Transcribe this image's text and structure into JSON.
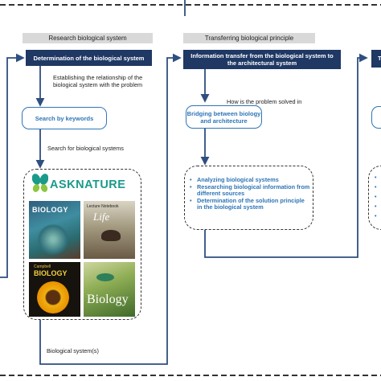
{
  "columns": {
    "research": {
      "header": "Research biological system",
      "step_box": "Determination of the biological system",
      "relation_label": "Establishing the relationship of the biological system with the problem",
      "search_box": "Search by keywords",
      "search_label": "Search for biological systems",
      "logo_text": "ASKNATURE",
      "books": {
        "book1_title": "BIOLOGY",
        "book2_line1": "Lecture Notebook",
        "book2_title": "Life",
        "book3_line1": "Campbell",
        "book3_title": "BIOLOGY",
        "book4_title": "Biology"
      },
      "output_label": "Biological system(s)"
    },
    "transfer": {
      "header": "Transferring biological principle",
      "step_box": "Information transfer from the biological system to the architectural system",
      "question_label": "How is the problem solved in biology?",
      "bridge_box": "Bridging between biology and architecture",
      "bullets": [
        "Analyzing biological systems",
        "Researching biological information from different sources",
        "Determination of the solution principle in the biological system"
      ]
    },
    "next": {
      "header_partial": "T"
    }
  },
  "colors": {
    "navy": "#1f3864",
    "accent_blue": "#2e75b6",
    "header_gray": "#d9d9d9",
    "logo_teal": "#1a9a8a",
    "logo_green": "#8dc63f"
  }
}
